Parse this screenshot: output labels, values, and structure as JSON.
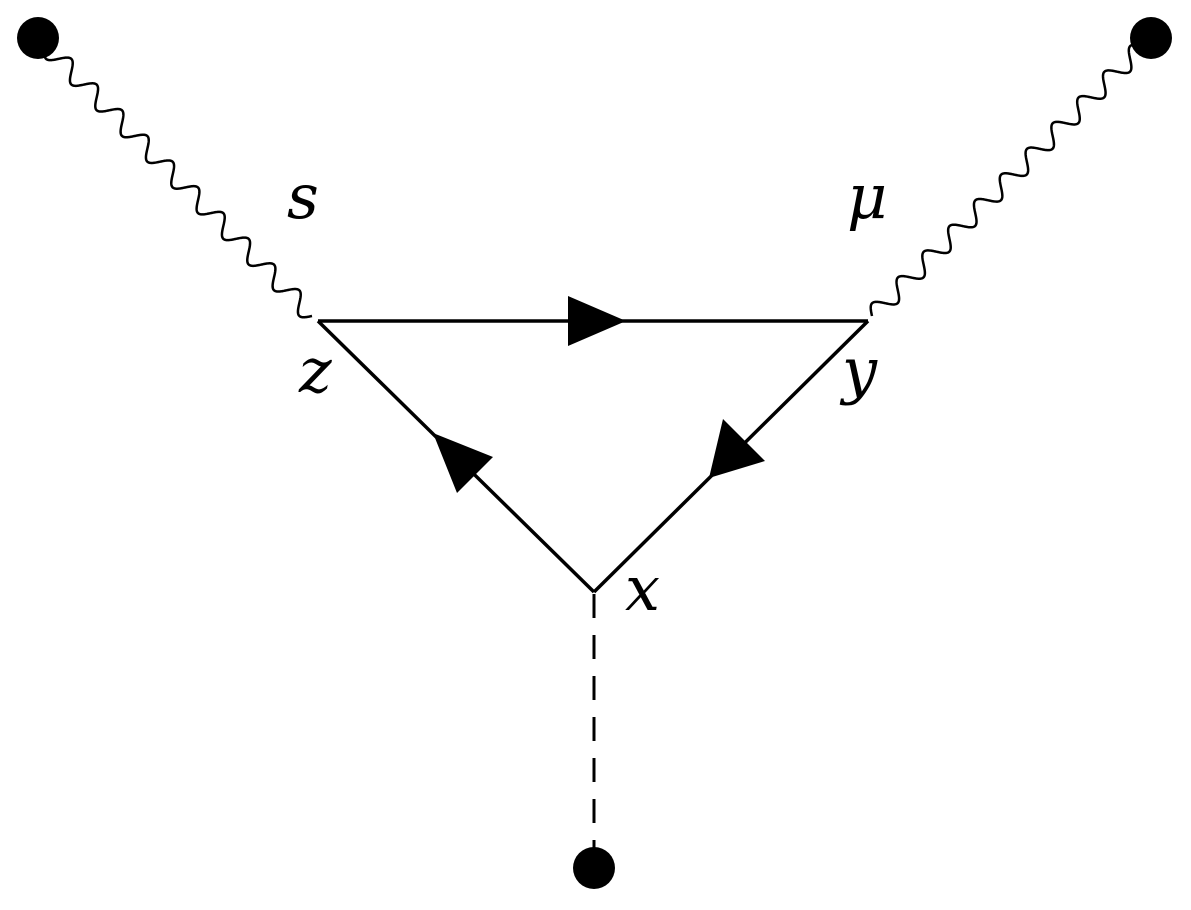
{
  "diagram": {
    "labels": {
      "s": "s",
      "mu": "μ",
      "z": "z",
      "y": "y",
      "x": "x"
    },
    "style": {
      "stroke": "#000000",
      "background": "#ffffff"
    }
  }
}
